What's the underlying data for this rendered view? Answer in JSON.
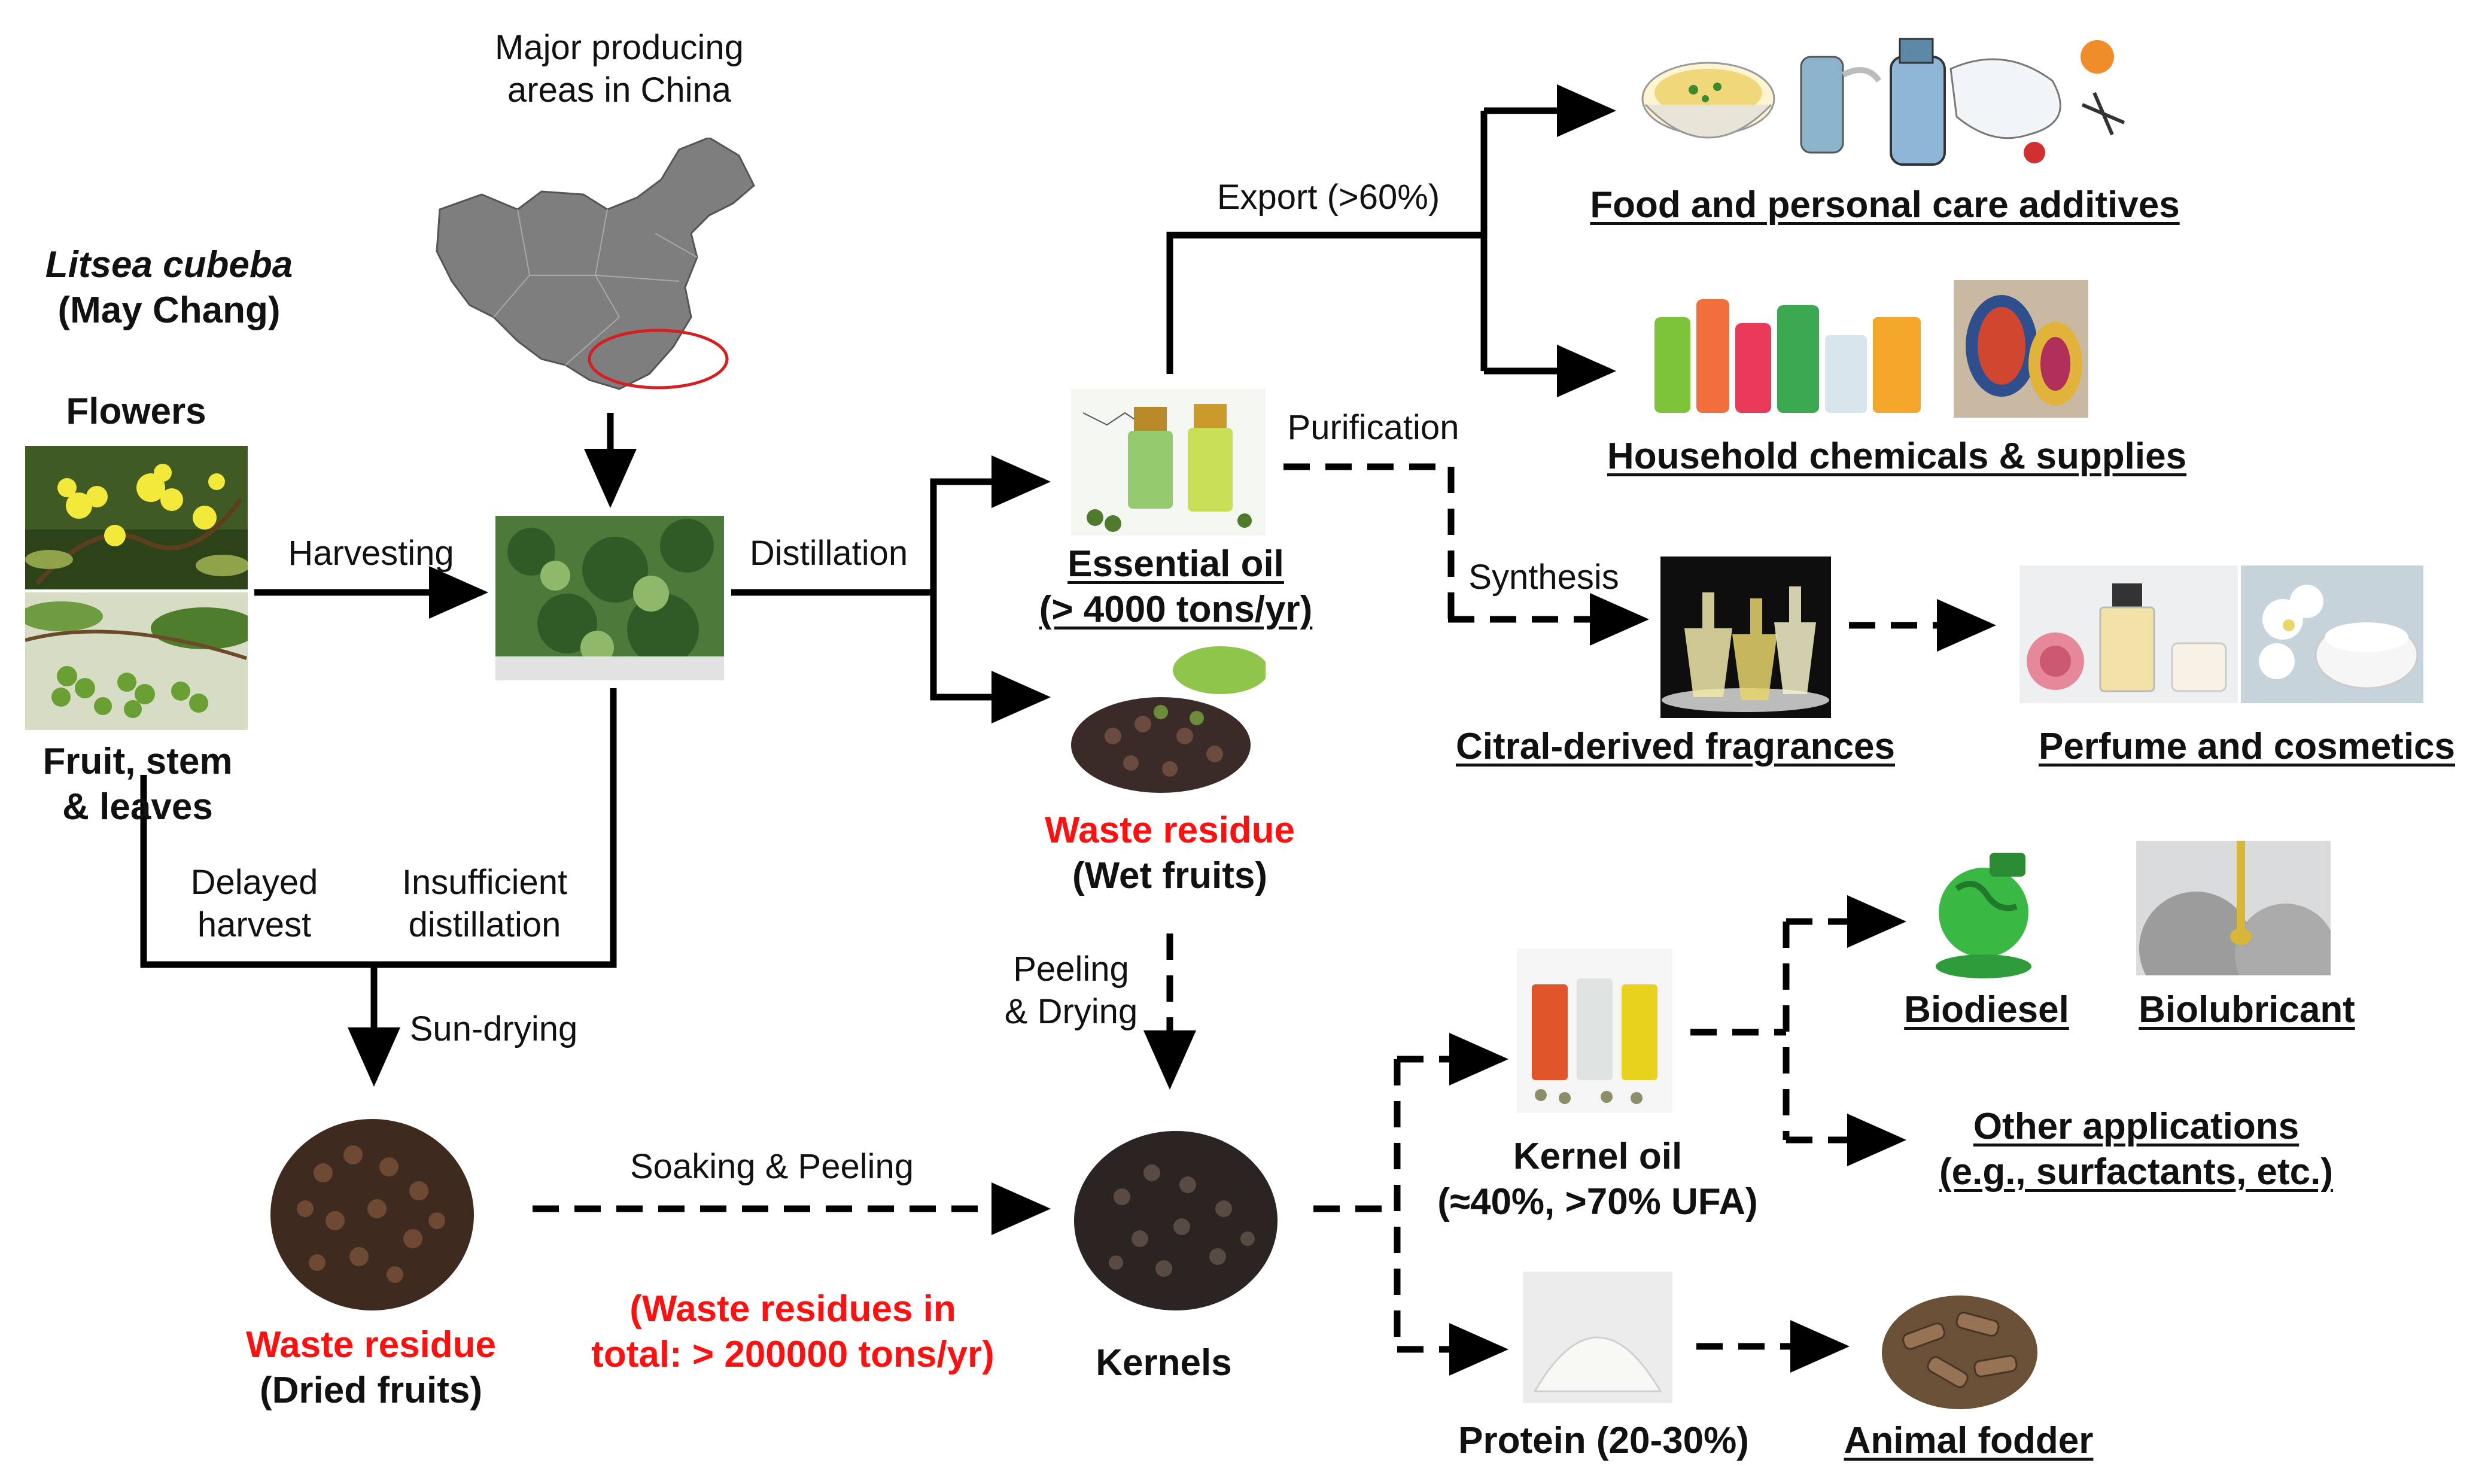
{
  "plant": {
    "name_latin": "Litsea cubeba",
    "name_common": "(May Chang)",
    "flowers": "Flowers",
    "fruit_line1": "Fruit, stem",
    "fruit_line2": "& leaves"
  },
  "map": {
    "title_line1": "Major producing",
    "title_line2": "areas in China"
  },
  "steps": {
    "harvesting": "Harvesting",
    "distillation": "Distillation",
    "export": "Export (>60%)",
    "purification": "Purification",
    "synthesis": "Synthesis",
    "delayed_line1": "Delayed",
    "delayed_line2": "harvest",
    "insufficient_line1": "Insufficient",
    "insufficient_line2": "distillation",
    "sun_drying": "Sun-drying",
    "peeling_line1": "Peeling",
    "peeling_line2": "& Drying",
    "soaking": "Soaking & Peeling"
  },
  "products": {
    "essential_oil": "Essential oil",
    "essential_oil_amount": "(> 4000 tons/yr)",
    "food": "Food and personal care additives",
    "household": "Household chemicals & supplies",
    "citral": "Citral-derived fragrances",
    "perfume": "Perfume and cosmetics",
    "waste_wet": "Waste residue",
    "waste_wet_sub": "(Wet fruits)",
    "waste_dried": "Waste residue",
    "waste_dried_sub": "(Dried fruits)",
    "waste_total_line1": "(Waste residues in",
    "waste_total_line2": "total: > 200000 tons/yr)",
    "kernels": "Kernels",
    "kernel_oil": "Kernel oil",
    "kernel_oil_sub": "(≈40%, >70% UFA)",
    "protein": "Protein (20-30%)",
    "biodiesel": "Biodiesel",
    "biolubricant": "Biolubricant",
    "other": "Other applications",
    "other_sub": "(e.g., surfactants, etc.)",
    "fodder": "Animal fodder"
  },
  "colors": {
    "red": "#ff1010",
    "line": "#000000"
  }
}
